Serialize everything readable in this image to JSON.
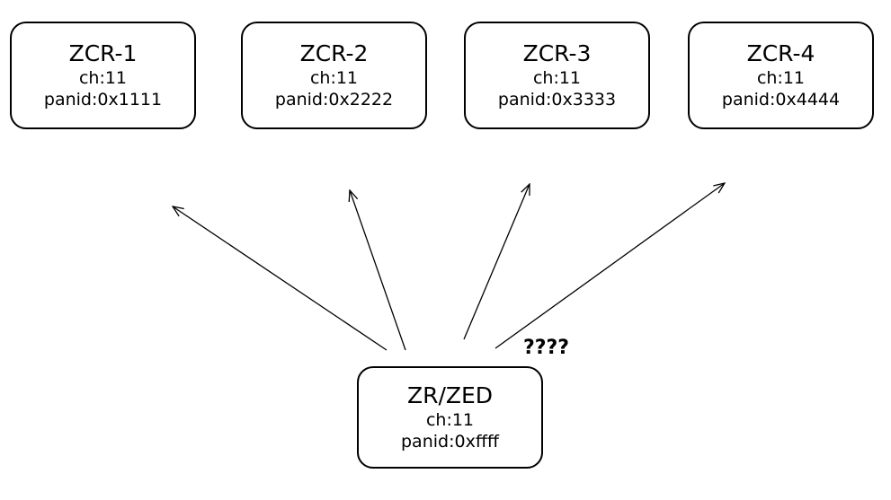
{
  "nodes": {
    "zcr1": {
      "name": "ZCR-1",
      "channel": "ch:11",
      "panid": "panid:0x1111"
    },
    "zcr2": {
      "name": "ZCR-2",
      "channel": "ch:11",
      "panid": "panid:0x2222"
    },
    "zcr3": {
      "name": "ZCR-3",
      "channel": "ch:11",
      "panid": "panid:0x3333"
    },
    "zcr4": {
      "name": "ZCR-4",
      "channel": "ch:11",
      "panid": "panid:0x4444"
    },
    "zr": {
      "name": "ZR/ZED",
      "channel": "ch:11",
      "panid": "panid:0xffff"
    }
  },
  "question_label": "????"
}
